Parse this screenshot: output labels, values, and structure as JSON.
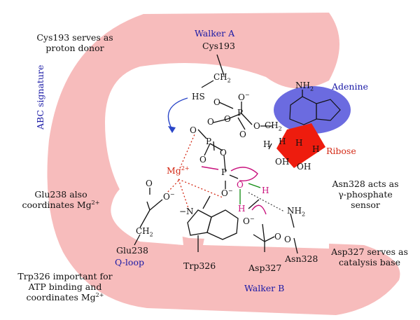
{
  "labels": {
    "walker_a": "Walker A",
    "walker_b": "Walker B",
    "abc_signature": "ABC signature",
    "q_loop": "Q-loop",
    "adenine": "Adenine",
    "ribose": "Ribose",
    "mg": "Mg",
    "mg_charge": "2+"
  },
  "residues": {
    "cys193": "Cys193",
    "glu238": "Glu238",
    "trp326": "Trp326",
    "asp327": "Asp327",
    "asn328": "Asn328"
  },
  "notes": {
    "cys_line1": "Cys193 serves as",
    "cys_line2": "proton donor",
    "glu_line1": "Glu238 also",
    "glu_line2_prefix": "coordinates Mg",
    "glu_line2_sup": "2+",
    "asn_line1": "Asn328 acts as",
    "asn_line2": "γ-phosphate",
    "asn_line3": "sensor",
    "asp_line1": "Asp327 serves as",
    "asp_line2": "catalysis base",
    "trp_line1": "Trp326 important for",
    "trp_line2": "ATP binding and",
    "trp_line3_prefix": "coordinates Mg",
    "trp_line3_sup": "2+"
  },
  "atoms": {
    "hs": "HS",
    "ch2": "CH",
    "ch2_sub": "2",
    "o": "O",
    "o_minus": "O",
    "minus": "−",
    "p": "P",
    "h": "H",
    "oh": "OH",
    "nh2": "NH",
    "nh2_sub": "2",
    "n": "N",
    "n_minus": "−N"
  },
  "colors": {
    "loop_fill": "#f7bcbc",
    "adenine_fill": "#6b6be0",
    "ribose_fill": "#ee1c0e",
    "arrow_blue": "#2a46c8",
    "arrow_magenta": "#c8107c",
    "dotted_red": "#d42a16",
    "hbond_green": "#0e8a0e"
  }
}
